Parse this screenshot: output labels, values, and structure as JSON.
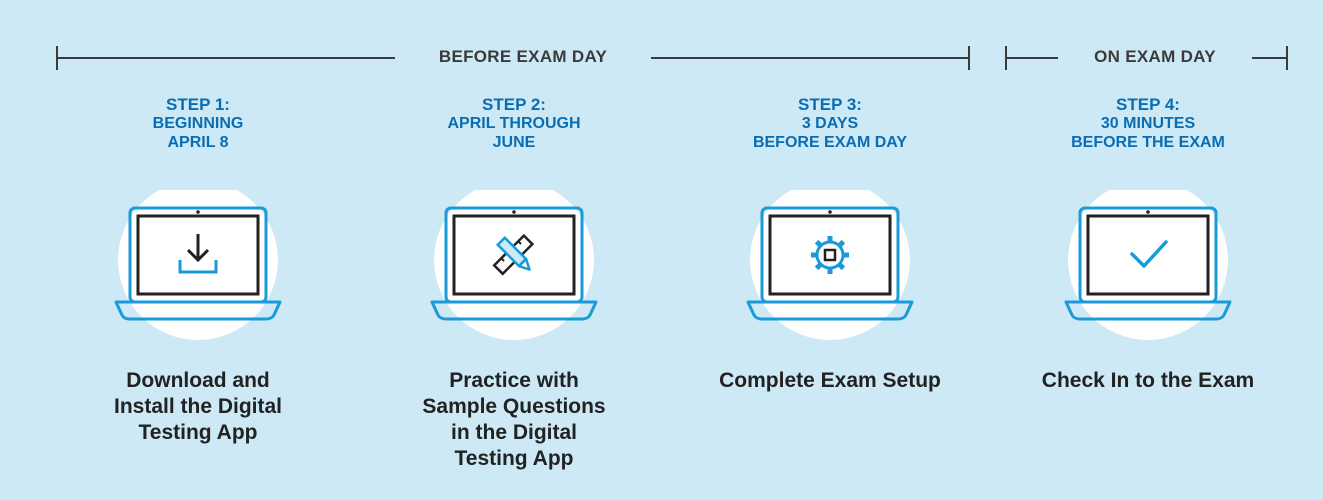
{
  "phases": {
    "before": {
      "label": "BEFORE EXAM DAY"
    },
    "on": {
      "label": "ON EXAM DAY"
    }
  },
  "steps": [
    {
      "title": "STEP 1:",
      "when": "BEGINNING\nAPRIL 8",
      "icon": "download-icon",
      "caption": "Download and\nInstall the Digital\nTesting App"
    },
    {
      "title": "STEP 2:",
      "when": "APRIL THROUGH\nJUNE",
      "icon": "pencil-ruler-icon",
      "caption": "Practice with\nSample Questions\nin the Digital\nTesting App"
    },
    {
      "title": "STEP 3:",
      "when": "3 DAYS\nBEFORE EXAM DAY",
      "icon": "gear-icon",
      "caption": "Complete Exam Setup"
    },
    {
      "title": "STEP 4:",
      "when": "30 MINUTES\nBEFORE THE EXAM",
      "icon": "checkmark-icon",
      "caption": "Check In to the Exam"
    }
  ],
  "colors": {
    "background": "#cde9f6",
    "accent": "#1a9ad9",
    "step_text": "#0a6db3",
    "dark": "#222222"
  }
}
